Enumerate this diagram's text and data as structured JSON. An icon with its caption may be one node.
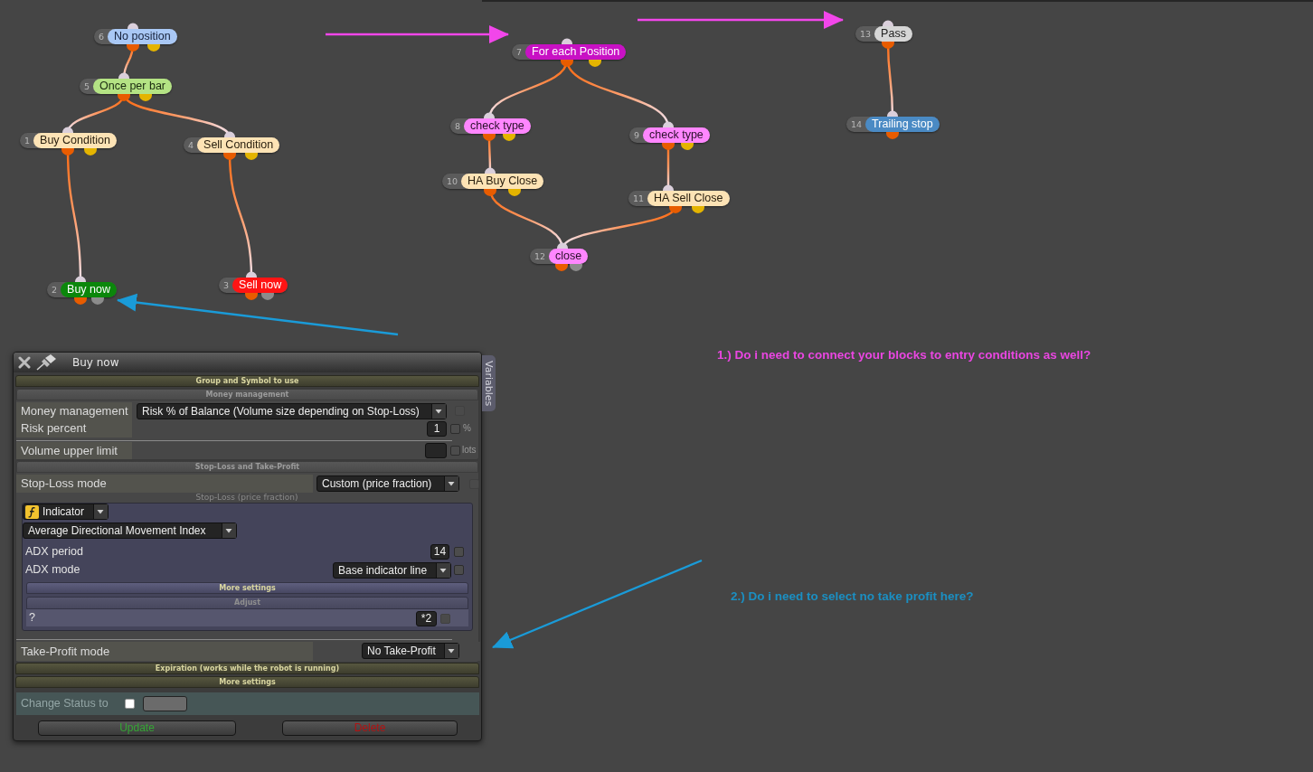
{
  "diagram": {
    "nodes": [
      {
        "text": [
          "6",
          "No position"
        ]
      },
      {
        "text": [
          "5",
          "Once per bar"
        ]
      },
      {
        "text": [
          "1",
          "Buy Condition"
        ]
      },
      {
        "text": [
          "4",
          "Sell Condition"
        ]
      },
      {
        "text": [
          "2",
          "Buy now"
        ]
      },
      {
        "text": [
          "3",
          "Sell now"
        ]
      },
      {
        "text": [
          "7",
          "For each Position"
        ]
      },
      {
        "text": [
          "8",
          "check type"
        ]
      },
      {
        "text": [
          "9",
          "check type"
        ]
      },
      {
        "text": [
          "10",
          "HA Buy Close"
        ]
      },
      {
        "text": [
          "11",
          "HA Sell Close"
        ]
      },
      {
        "text": [
          "12",
          "close"
        ]
      },
      {
        "text": [
          "13",
          "Pass"
        ]
      },
      {
        "text": [
          "14",
          "Trailing stop"
        ]
      },
      {
        "text": [
          "Take-Profit mode",
          "No Take-Profit"
        ]
      }
    ],
    "edges": [
      {
        "from": 0,
        "to": 1,
        "arrow": "none"
      },
      {
        "from": 1,
        "to": 2,
        "arrow": "none"
      },
      {
        "from": 1,
        "to": 3,
        "arrow": "none"
      },
      {
        "from": 2,
        "to": 4,
        "arrow": "none"
      },
      {
        "from": 3,
        "to": 5,
        "arrow": "none"
      },
      {
        "from": 6,
        "to": 7,
        "arrow": "none"
      },
      {
        "from": 6,
        "to": 8,
        "arrow": "none"
      },
      {
        "from": 7,
        "to": 9,
        "arrow": "none"
      },
      {
        "from": 8,
        "to": 10,
        "arrow": "none"
      },
      {
        "from": 9,
        "to": 11,
        "arrow": "none"
      },
      {
        "from": 10,
        "to": 11,
        "arrow": "none"
      },
      {
        "from": 12,
        "to": 13,
        "arrow": "none"
      },
      {
        "from": null,
        "to": 6,
        "arrow": "to",
        "color": "#f246ea"
      },
      {
        "from": null,
        "to": 12,
        "arrow": "to",
        "color": "#f246ea"
      },
      {
        "from": null,
        "to": 4,
        "arrow": "to",
        "color": "#1a9bd8"
      },
      {
        "from": null,
        "to": 14,
        "arrow": "to",
        "color": "#1a9bd8"
      }
    ],
    "labels": [
      "Buy now",
      "Variables",
      "Group and Symbol to use",
      "Money management",
      "Money management",
      "Risk % of Balance (Volume size depending on Stop-Loss)",
      "Risk percent",
      "1",
      "%",
      "Volume upper limit",
      "lots",
      "Stop-Loss and Take-Profit",
      "Stop-Loss mode",
      "Custom (price fraction)",
      "Stop-Loss (price fraction)",
      "Indicator",
      "Average Directional Movement Index",
      "ADX period",
      "14",
      "ADX mode",
      "Base indicator line",
      "More settings",
      "Adjust",
      "?",
      "*2",
      "Expiration (works while the robot is running)",
      "More settings",
      "Change Status to",
      "Update",
      "Delete",
      "1.) Do i need to connect your blocks to entry conditions as well?",
      "2.) Do i need to select no take profit here?"
    ]
  }
}
